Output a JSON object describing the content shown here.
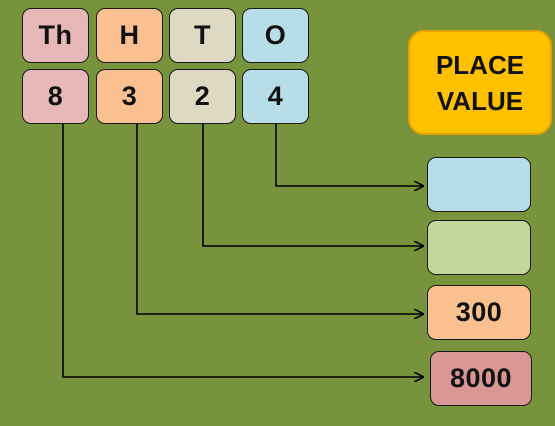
{
  "headers": [
    {
      "label": "Th",
      "color": "#e6b9b8"
    },
    {
      "label": "H",
      "color": "#fac090"
    },
    {
      "label": "T",
      "color": "#ddd9c3"
    },
    {
      "label": "O",
      "color": "#b7dde8"
    }
  ],
  "digits": [
    {
      "value": "8",
      "color": "#e6b9b8"
    },
    {
      "value": "3",
      "color": "#fac090"
    },
    {
      "value": "2",
      "color": "#ddd9c3"
    },
    {
      "value": "4",
      "color": "#b7dde8"
    }
  ],
  "place_value": {
    "line1": "PLACE",
    "line2": "VALUE",
    "color": "#ffc000"
  },
  "results": [
    {
      "value": "",
      "color": "#b7dde8"
    },
    {
      "value": "",
      "color": "#c3d69b"
    },
    {
      "value": "300",
      "color": "#fac090"
    },
    {
      "value": "8000",
      "color": "#d99694"
    }
  ],
  "colors": {
    "background": "#77933c",
    "connector": "#000000"
  }
}
